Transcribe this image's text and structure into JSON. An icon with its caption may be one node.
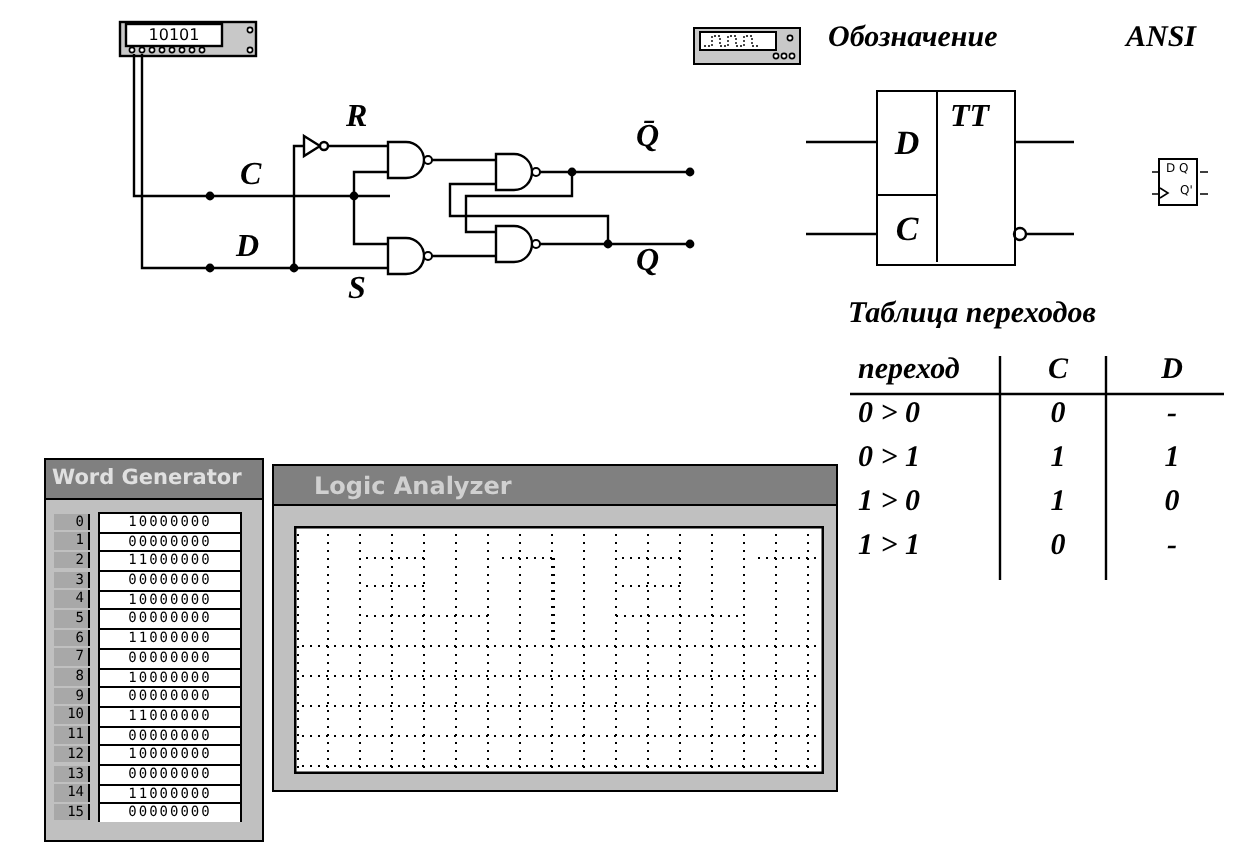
{
  "diagram": {
    "nodes": [
      {
        "text": [
          "TT"
        ]
      },
      {
        "text": [
          "D"
        ],
        "in": 0
      },
      {
        "text": [
          "C"
        ],
        "in": 0
      },
      {
        "text": [
          "D Q",
          "Q'"
        ]
      },
      {
        "text": [
          "Word Generator"
        ]
      },
      {
        "text": [
          "Logic Analyzer"
        ]
      }
    ],
    "labels": [
      "10101",
      "R",
      "C",
      "Q̄",
      "D",
      "S",
      "Q",
      "Обозначение",
      "ANSI",
      "Таблица переходов",
      "переход",
      "C",
      "D",
      "0 > 0",
      "0",
      "-",
      "0 > 1",
      "1",
      "1",
      "1 > 0",
      "1",
      "0",
      "1 > 1",
      "0",
      "-",
      "0",
      "10000000",
      "1",
      "00000000",
      "2",
      "11000000",
      "3",
      "00000000",
      "4",
      "10000000",
      "5",
      "00000000",
      "6",
      "11000000",
      "7",
      "00000000",
      "8",
      "10000000",
      "9",
      "00000000",
      "10",
      "11000000",
      "11",
      "00000000",
      "12",
      "10000000",
      "13",
      "00000000",
      "14",
      "11000000",
      "15",
      "00000000"
    ]
  }
}
